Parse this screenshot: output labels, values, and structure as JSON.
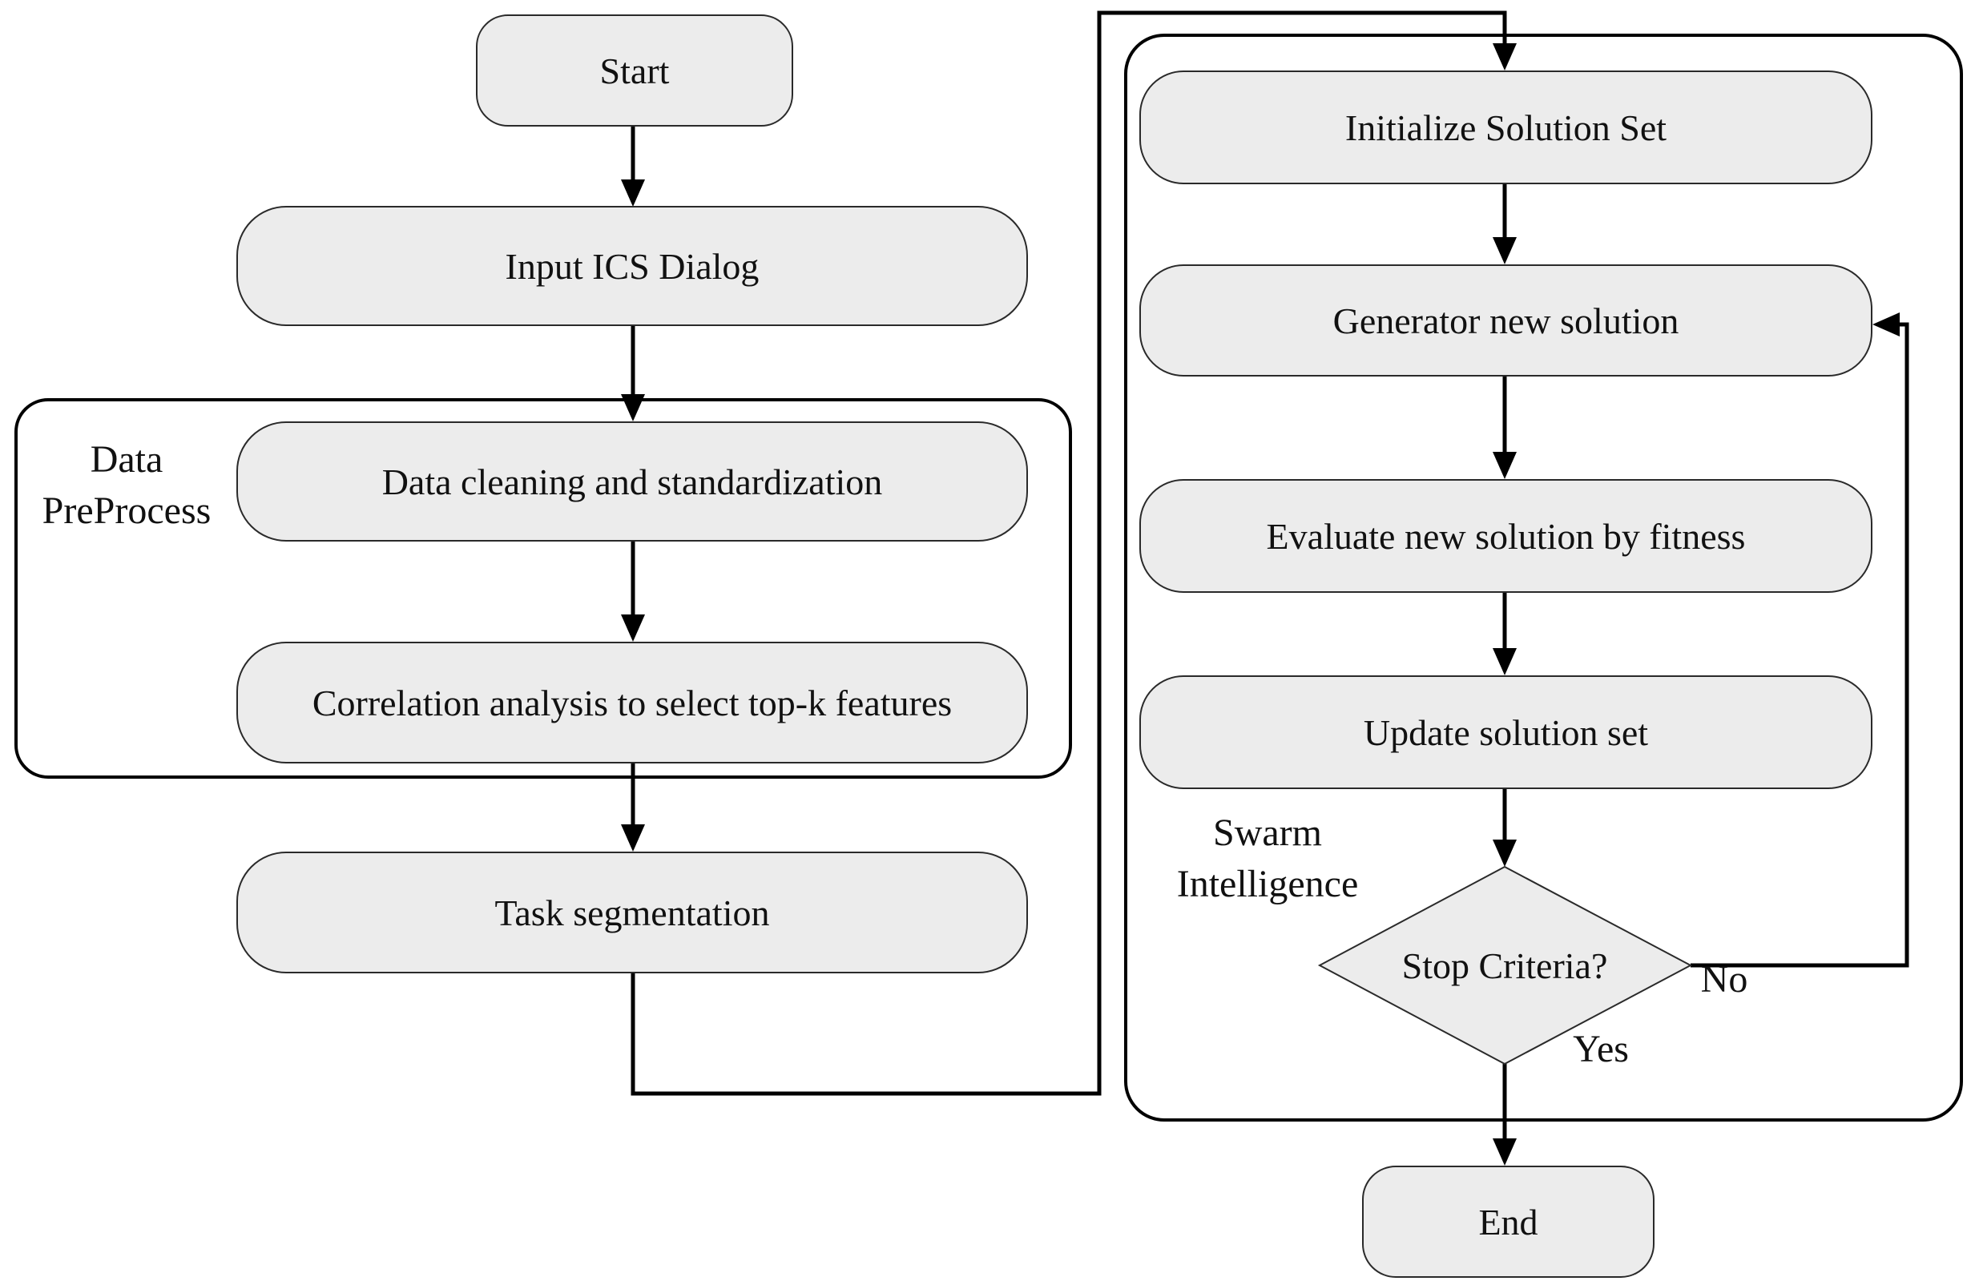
{
  "flowchart": {
    "nodes": {
      "start": "Start",
      "input": "Input ICS Dialog",
      "cleaning": "Data cleaning and standardization",
      "correlation": "Correlation analysis to select top-k features",
      "task": "Task segmentation",
      "initialize": "Initialize Solution Set",
      "generator": "Generator new solution",
      "evaluate": "Evaluate new solution by fitness",
      "update": "Update solution set",
      "decision": "Stop Criteria?",
      "end": "End"
    },
    "groups": {
      "preprocess": {
        "line1": "Data",
        "line2": "PreProcess"
      },
      "swarm": {
        "line1": "Swarm",
        "line2": "Intelligence"
      }
    },
    "branch_labels": {
      "no": "No",
      "yes": "Yes"
    },
    "colors": {
      "node_fill": "#ececec",
      "node_border": "#2a2a2a",
      "line": "#000000",
      "background": "#ffffff"
    }
  }
}
